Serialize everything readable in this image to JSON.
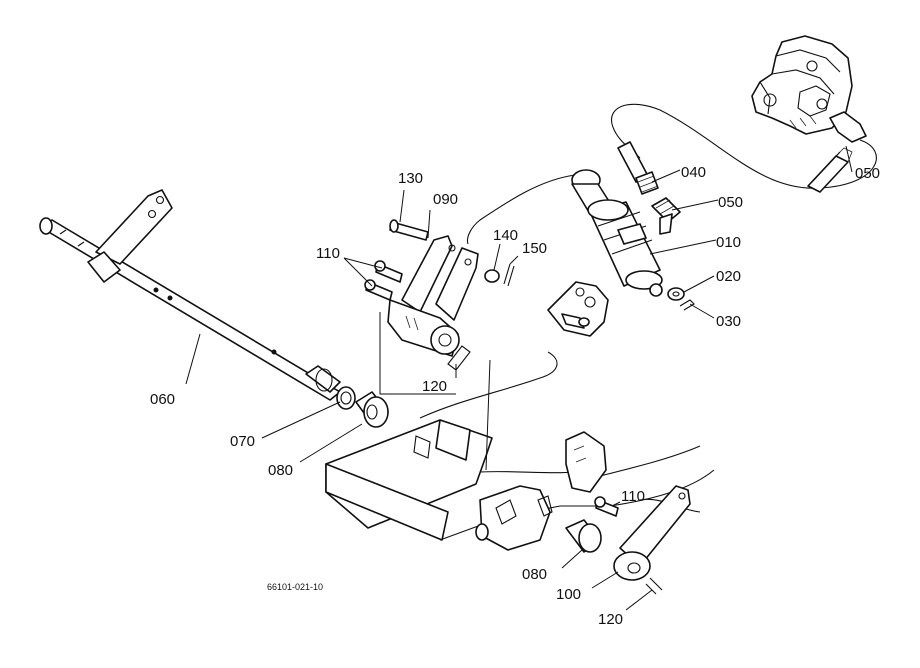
{
  "labels": {
    "p010": "010",
    "p020": "020",
    "p030": "030",
    "p040": "040",
    "p050a": "050",
    "p050b": "050",
    "p060": "060",
    "p070": "070",
    "p080a": "080",
    "p080b": "080",
    "p090": "090",
    "p100": "100",
    "p110a": "110",
    "p110b": "110",
    "p120a": "120",
    "p120b": "120",
    "p130": "130",
    "p140": "140",
    "p150": "150"
  },
  "drawing_code": "66101-021-10"
}
